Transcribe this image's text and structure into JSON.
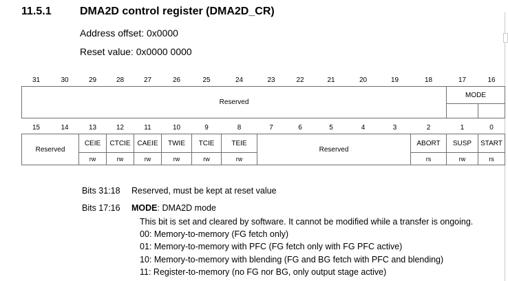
{
  "section": {
    "number": "11.5.1",
    "title": "DMA2D control register (DMA2D_CR)",
    "address_offset": "Address offset: 0x0000",
    "reset_value": "Reset value: 0x0000 0000"
  },
  "register_high": {
    "bits": [
      "31",
      "30",
      "29",
      "28",
      "27",
      "26",
      "25",
      "24",
      "23",
      "22",
      "21",
      "20",
      "19",
      "18",
      "17",
      "16"
    ],
    "reserved_label": "Reserved",
    "mode_label": "MODE"
  },
  "register_low": {
    "bits": [
      "15",
      "14",
      "13",
      "12",
      "11",
      "10",
      "9",
      "8",
      "7",
      "6",
      "5",
      "4",
      "3",
      "2",
      "1",
      "0"
    ],
    "reserved_left": "Reserved",
    "reserved_mid": "Reserved",
    "fields": {
      "ceie": {
        "name": "CEIE",
        "access": "rw"
      },
      "ctcie": {
        "name": "CTCIE",
        "access": "rw"
      },
      "caeie": {
        "name": "CAEIE",
        "access": "rw"
      },
      "twie": {
        "name": "TWIE",
        "access": "rw"
      },
      "tcie": {
        "name": "TCIE",
        "access": "rw"
      },
      "teie": {
        "name": "TEIE",
        "access": "rw"
      },
      "abort": {
        "name": "ABORT",
        "access": "rs"
      },
      "susp": {
        "name": "SUSP",
        "access": "rw"
      },
      "start": {
        "name": "START",
        "access": "rs"
      }
    }
  },
  "descriptions": {
    "bits_31_18_label": "Bits 31:18",
    "bits_31_18_text": "Reserved, must be kept at reset value",
    "bits_17_16_label": "Bits 17:16",
    "bits_17_16_field": "MODE",
    "bits_17_16_text": ": DMA2D mode",
    "mode_note": "This bit is set and cleared by software. It cannot be modified while a transfer is ongoing.",
    "mode_values": [
      "00: Memory-to-memory (FG fetch only)",
      "01: Memory-to-memory with PFC (FG fetch only with FG PFC active)",
      "10: Memory-to-memory with blending (FG and BG fetch with PFC and blending)",
      "11: Register-to-memory (no FG nor BG, only output stage active)"
    ]
  }
}
